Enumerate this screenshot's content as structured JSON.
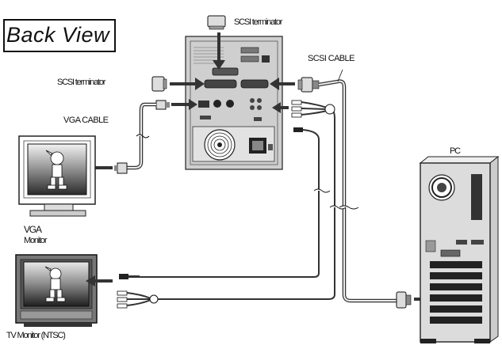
{
  "title": "Back View",
  "labels": {
    "scsi_terminator_top": "SCSI terminator",
    "scsi_terminator_left": "SCSI terminator",
    "scsi_cable": "SCSI CABLE",
    "vga_cable": "VGA CABLE",
    "pc": "PC",
    "vga_monitor_line1": "VGA",
    "vga_monitor_line2": "Monitor",
    "tv_monitor": "TV Monitor (NTSC)"
  }
}
